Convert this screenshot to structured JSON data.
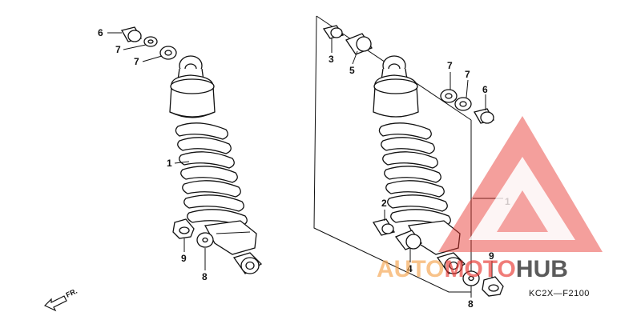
{
  "diagram": {
    "code": "KC2X—F2100",
    "fr_label": "FR.",
    "callouts_left": {
      "c6": "6",
      "c7a": "7",
      "c7b": "7",
      "c1": "1",
      "c9": "9",
      "c8": "8"
    },
    "callouts_right": {
      "c3": "3",
      "c5": "5",
      "c7a": "7",
      "c7b": "7",
      "c6": "6",
      "c1": "1",
      "c2": "2",
      "c4": "4",
      "c9": "9",
      "c8": "8"
    }
  },
  "watermark": {
    "part1": "AUTO",
    "part2": "MOTO",
    "part3": "HUB"
  },
  "colors": {
    "watermark_red": "#e8322c",
    "watermark_orange": "#f4a24a",
    "watermark_dark": "#2a2a2a",
    "line": "#111111"
  }
}
